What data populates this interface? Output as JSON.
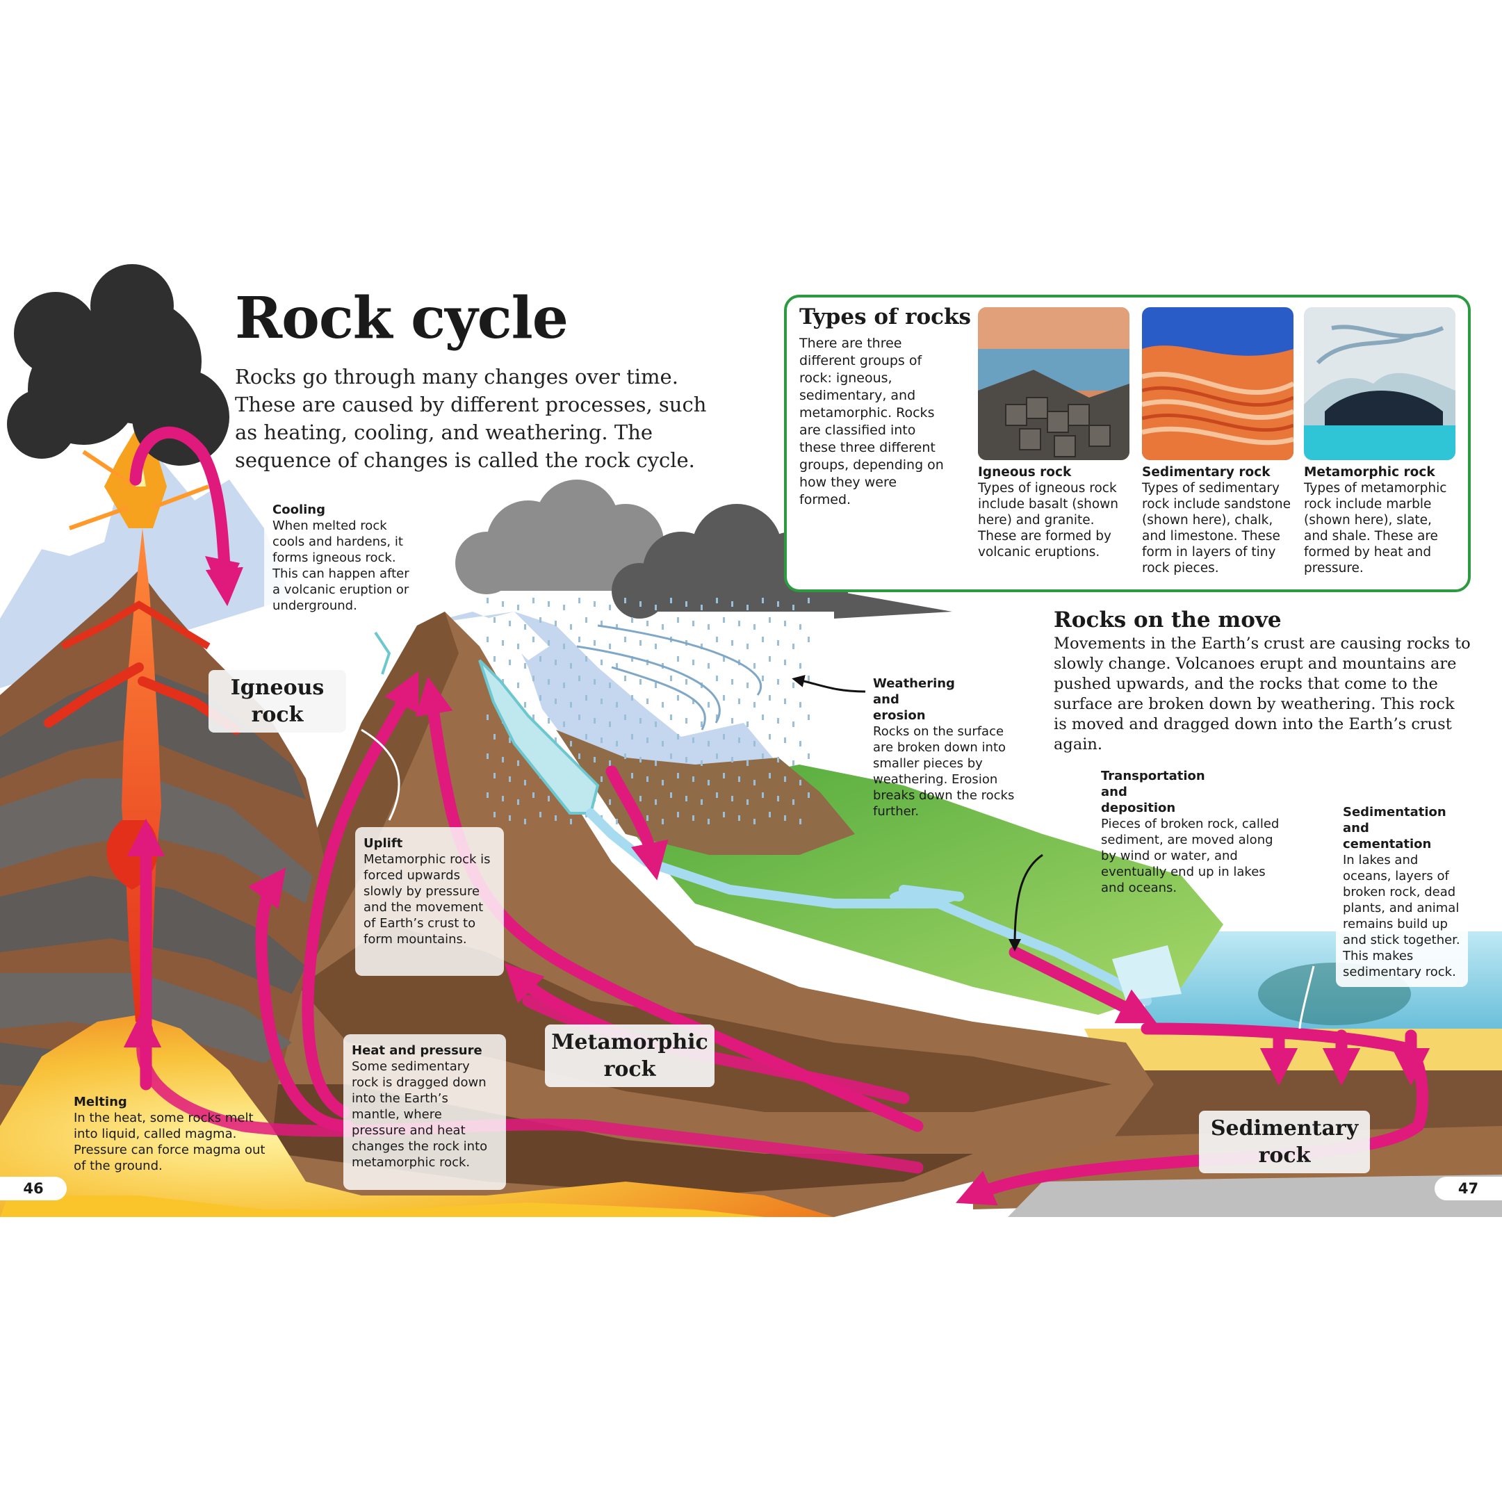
{
  "page_title": "Rock cycle",
  "intro": "Rocks go through many changes over time. These are caused by different processes, such as heating, cooling, and weathering. The sequence of changes is called the rock cycle.",
  "captions": {
    "cooling": {
      "heading": "Cooling",
      "text": "When melted rock cools and hardens, it forms igneous rock. This can happen after a volcanic eruption or underground."
    },
    "uplift": {
      "heading": "Uplift",
      "text": "Metamorphic rock is forced upwards slowly by pressure and the movement of Earth’s crust to form mountains."
    },
    "heat_pressure": {
      "heading": "Heat and pressure",
      "text": "Some sedimentary rock is dragged down into the Earth’s mantle, where pressure and heat changes the rock into metamorphic rock."
    },
    "melting": {
      "heading": "Melting",
      "text": "In the heat, some rocks melt into liquid, called magma. Pressure can force magma out of the ground."
    },
    "weathering": {
      "heading": "Weathering and erosion",
      "text": "Rocks on the surface are broken down into smaller pieces by weathering. Erosion breaks down the rocks further."
    },
    "transportation": {
      "heading": "Transportation and deposition",
      "text": "Pieces of broken rock, called sediment, are moved along by wind or water, and eventually end up in lakes and oceans."
    },
    "sedimentation": {
      "heading": "Sedimentation and cementation",
      "text": "In lakes and oceans, layers of broken rock, dead plants, and animal remains build up and stick together. This makes sedimentary rock."
    }
  },
  "labels": {
    "igneous": "Igneous rock",
    "metamorphic": "Metamorphic rock",
    "sedimentary": "Sedimentary rock"
  },
  "types_box": {
    "title": "Types of rocks",
    "desc": "There are three different groups of rock: igneous, sedimentary, and metamorphic. Rocks are classified into these three different groups, depending on how they were formed.",
    "items": [
      {
        "heading": "Igneous rock",
        "text": "Types of igneous rock include basalt (shown here) and granite. These are formed by volcanic eruptions."
      },
      {
        "heading": "Sedimentary rock",
        "text": "Types of sedimentary rock include sandstone (shown here), chalk, and limestone. These form in layers of tiny rock pieces."
      },
      {
        "heading": "Metamorphic rock",
        "text": "Types of metamorphic rock include marble (shown here), slate, and shale. These are formed by heat and pressure."
      }
    ]
  },
  "move": {
    "title": "Rocks on the move",
    "text": "Movements in the Earth’s crust are causing rocks to slowly change. Volcanoes erupt and mountains are pushed upwards, and the rocks that come to the surface are broken down by weathering. This rock is moved and dragged down into the Earth’s crust again."
  },
  "page_numbers": {
    "left": "46",
    "right": "47"
  },
  "colors": {
    "arrow": "#e0197d",
    "box_border": "#2c9a3f",
    "magma": "#f5a623",
    "lava": "#e53a1e",
    "rock_brown": "#8a5a3b",
    "grass": "#6cc04a",
    "water": "#6fc7e8"
  },
  "icons": [
    "volcano-illustration",
    "cloud-icon",
    "rain-icon",
    "arrow-icon"
  ]
}
